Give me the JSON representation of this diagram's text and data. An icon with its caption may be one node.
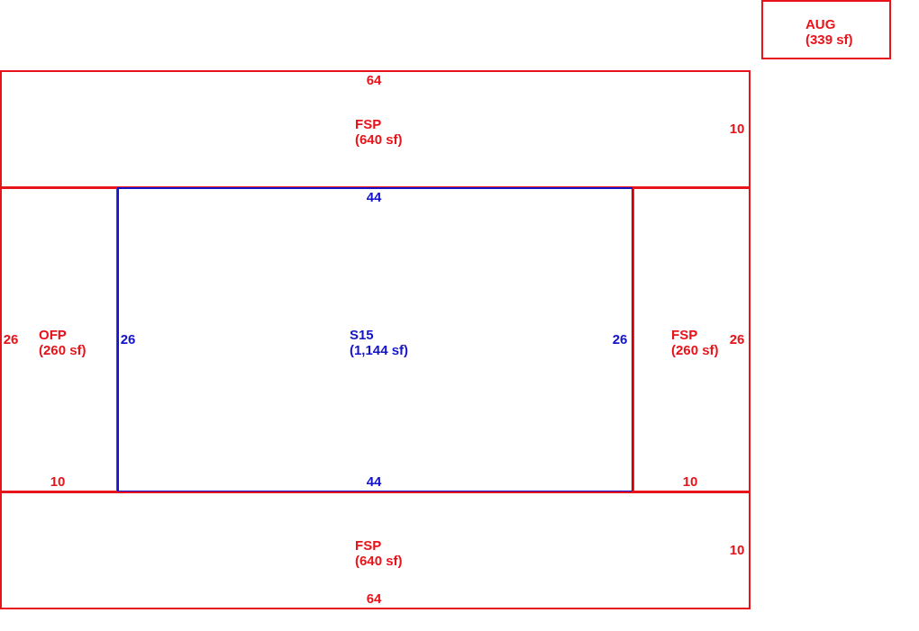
{
  "diagram": {
    "nodes": [
      {
        "text": [
          "AUG",
          "(339 sf)"
        ]
      },
      {
        "text": [
          "FSP",
          "(640 sf)"
        ]
      },
      {
        "text": [
          "OFP",
          "(260 sf)"
        ]
      },
      {
        "text": [
          "S15",
          "(1,144 sf)"
        ]
      },
      {
        "text": [
          "FSP",
          "(260 sf)"
        ]
      },
      {
        "text": [
          "FSP",
          "(640 sf)"
        ]
      }
    ],
    "edges": [],
    "labels": [
      "64",
      "10",
      "44",
      "26",
      "26",
      "26",
      "26",
      "10",
      "44",
      "10",
      "10",
      "64"
    ]
  }
}
